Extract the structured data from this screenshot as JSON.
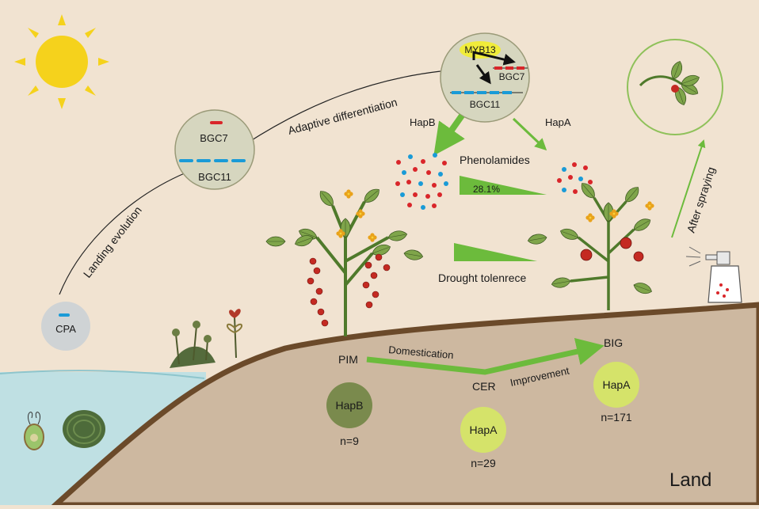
{
  "labels": {
    "cpa": "CPA",
    "bgc7_left": "BGC7",
    "bgc11_left": "BGC11",
    "landing_evolution": "Landing evolution",
    "adaptive_differentiation": "Adaptive differentiation",
    "myb13": "MYB13",
    "bgc7_right": "BGC7",
    "bgc11_right": "BGC11",
    "hapb_arrow": "HapB",
    "hapa_arrow": "HapA",
    "phenolamides": "Phenolamides",
    "percent": "28.1%",
    "drought": "Drought tolenrece",
    "after_spraying": "After spraying",
    "pim": "PIM",
    "domestication": "Domestication",
    "cer": "CER",
    "improvement": "Improvement",
    "big": "BIG",
    "hapb_circle": "HapB",
    "hapa_cer": "HapA",
    "hapa_big": "HapA",
    "n_pim": "n=9",
    "n_cer": "n=29",
    "n_big": "n=171",
    "land": "Land"
  },
  "colors": {
    "background": "#f1e3d1",
    "sun": "#f5d21c",
    "water": "#bfe0e3",
    "soil": "#cdb8a0",
    "soil_edge": "#6b4a2a",
    "gene_circle": "#d6d6bf",
    "green_arrow": "#6cbb3c",
    "bgc7_red": "#d9262a",
    "bgc11_blue": "#1a9bd7",
    "hapb_circle": "#7a8a4d",
    "hapa_circle": "#d5e36a",
    "cpa_circle": "#cfd3d5"
  },
  "icons": [
    "sun-icon",
    "tomato-plant-icon",
    "spray-bottle-icon",
    "algae-icon",
    "moss-icon"
  ]
}
